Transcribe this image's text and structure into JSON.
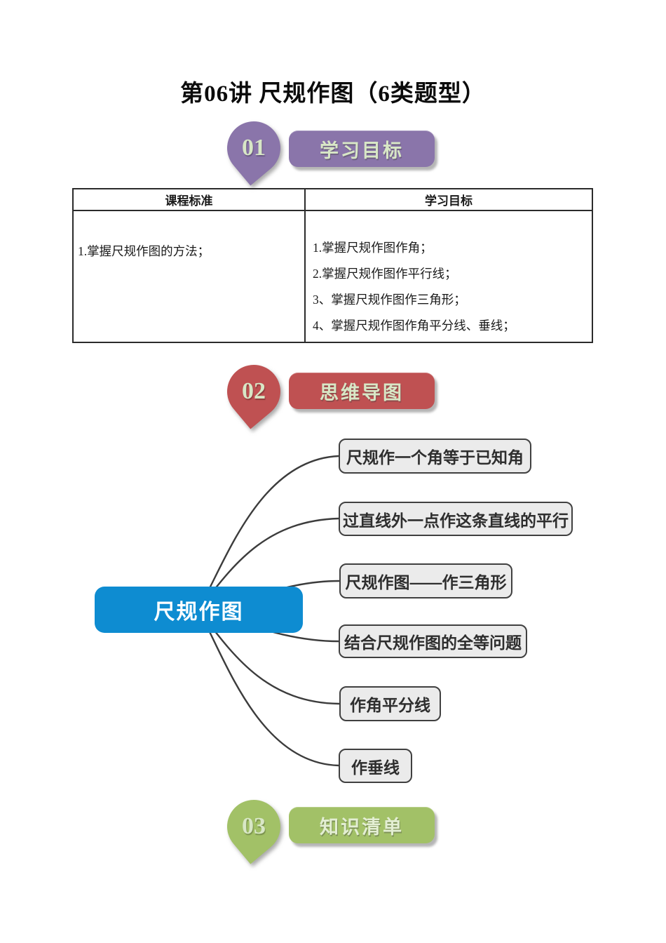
{
  "page_title": "第06讲 尺规作图（6类题型）",
  "sections": [
    {
      "num": "01",
      "label": "学习目标"
    },
    {
      "num": "02",
      "label": "思维导图"
    },
    {
      "num": "03",
      "label": "知识清单"
    }
  ],
  "table": {
    "headers": [
      "课程标准",
      "学习目标"
    ],
    "course_standard_lines": [
      "1.掌握尺规作图的方法；"
    ],
    "objective_lines": [
      "1.掌握尺规作图作角；",
      "2.掌握尺规作图作平行线；",
      "3、掌握尺规作图作三角形；",
      "4、掌握尺规作图作角平分线、垂线；"
    ]
  },
  "mindmap": {
    "root_label": "尺规作图",
    "branches": [
      {
        "label": "尺规作一个角等于已知角"
      },
      {
        "label": "过直线外一点作这条直线的平行"
      },
      {
        "label": "尺规作图——作三角形"
      },
      {
        "label": "结合尺规作图的全等问题"
      },
      {
        "label": "作角平分线"
      },
      {
        "label": "作垂线"
      }
    ]
  },
  "colors": {
    "section1": "#8A75AA",
    "section2": "#BF5152",
    "section3": "#A2C167",
    "root_node": "#0E8CD1",
    "branch_fill": "#EBEBEB",
    "branch_border": "#404040"
  }
}
